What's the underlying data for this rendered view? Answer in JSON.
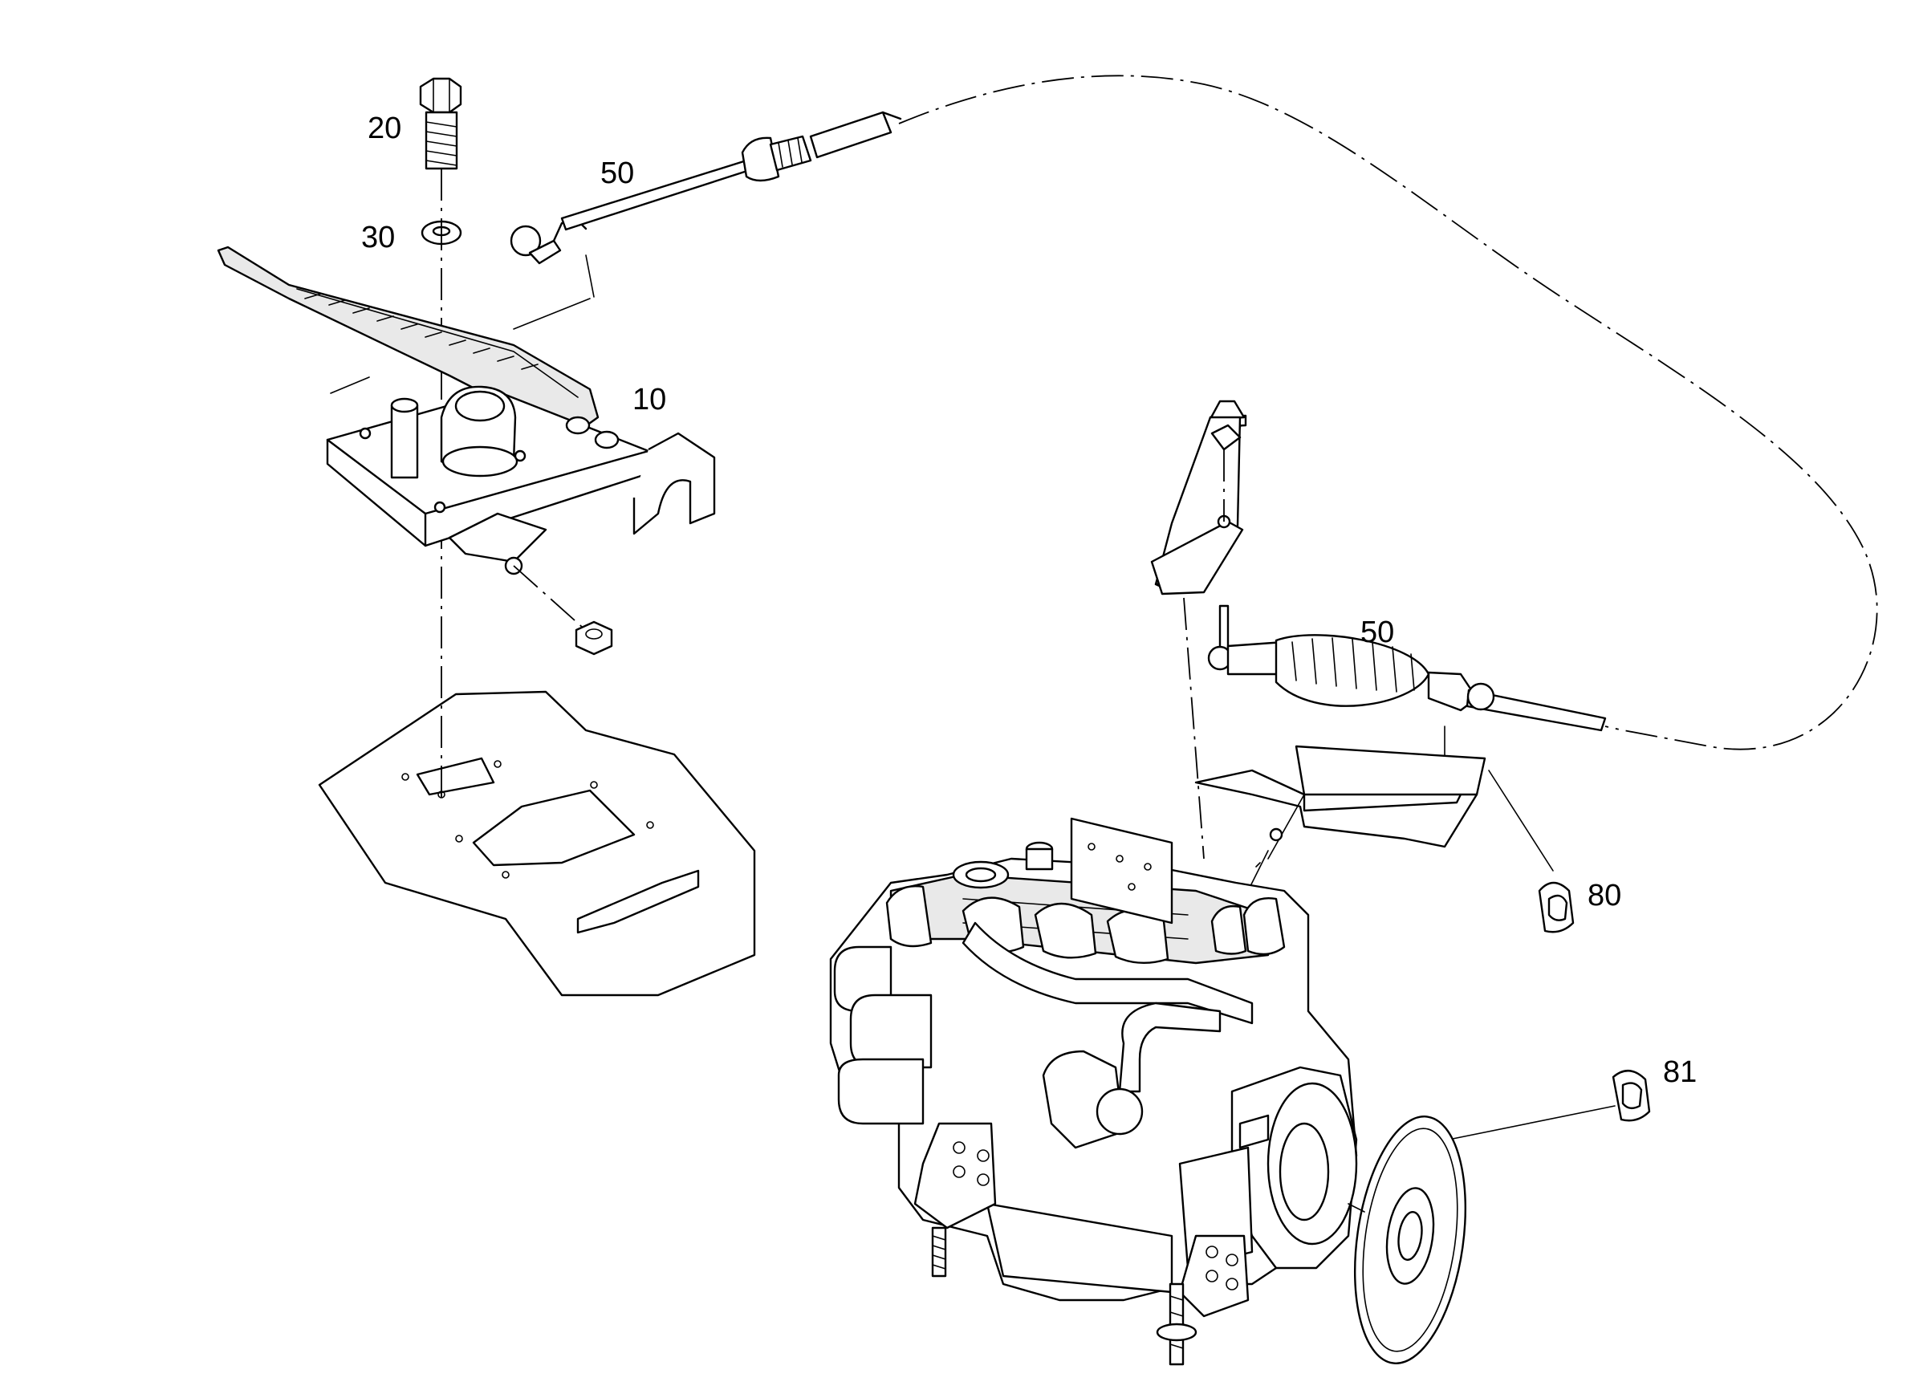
{
  "callouts": [
    {
      "id": "part-20",
      "label": "20"
    },
    {
      "id": "part-30",
      "label": "30"
    },
    {
      "id": "part-50-top",
      "label": "50"
    },
    {
      "id": "part-10",
      "label": "10"
    },
    {
      "id": "part-50-right",
      "label": "50"
    },
    {
      "id": "part-80",
      "label": "80"
    },
    {
      "id": "part-81",
      "label": "81"
    }
  ]
}
